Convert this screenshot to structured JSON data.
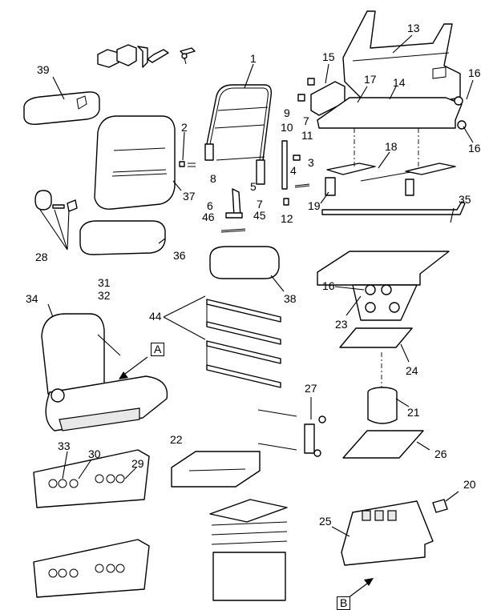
{
  "colors": {
    "ink": "#000000",
    "paper": "#ffffff",
    "shade": "#e8e8e8"
  },
  "labels": {
    "l1": "1",
    "l2": "2",
    "l3": "3",
    "l4": "4",
    "l5": "5",
    "l6": "6",
    "l7a": "7",
    "l7b": "7",
    "l8": "8",
    "l9": "9",
    "l10": "10",
    "l11": "11",
    "l12": "12",
    "l13": "13",
    "l14": "14",
    "l15": "15",
    "l16a": "16",
    "l16b": "16",
    "l16c": "16",
    "l17": "17",
    "l18": "18",
    "l19": "19",
    "l20": "20",
    "l21": "21",
    "l22": "22",
    "l23": "23",
    "l24": "24",
    "l25": "25",
    "l26": "26",
    "l27": "27",
    "l28": "28",
    "l29": "29",
    "l30": "30",
    "l31": "31",
    "l32": "32",
    "l33": "33",
    "l34": "34",
    "l35": "35",
    "l36": "36",
    "l37": "37",
    "l38": "38",
    "l39": "39",
    "l44": "44",
    "l45": "45",
    "l46": "46"
  },
  "view_markers": {
    "a": "A",
    "b": "B"
  }
}
